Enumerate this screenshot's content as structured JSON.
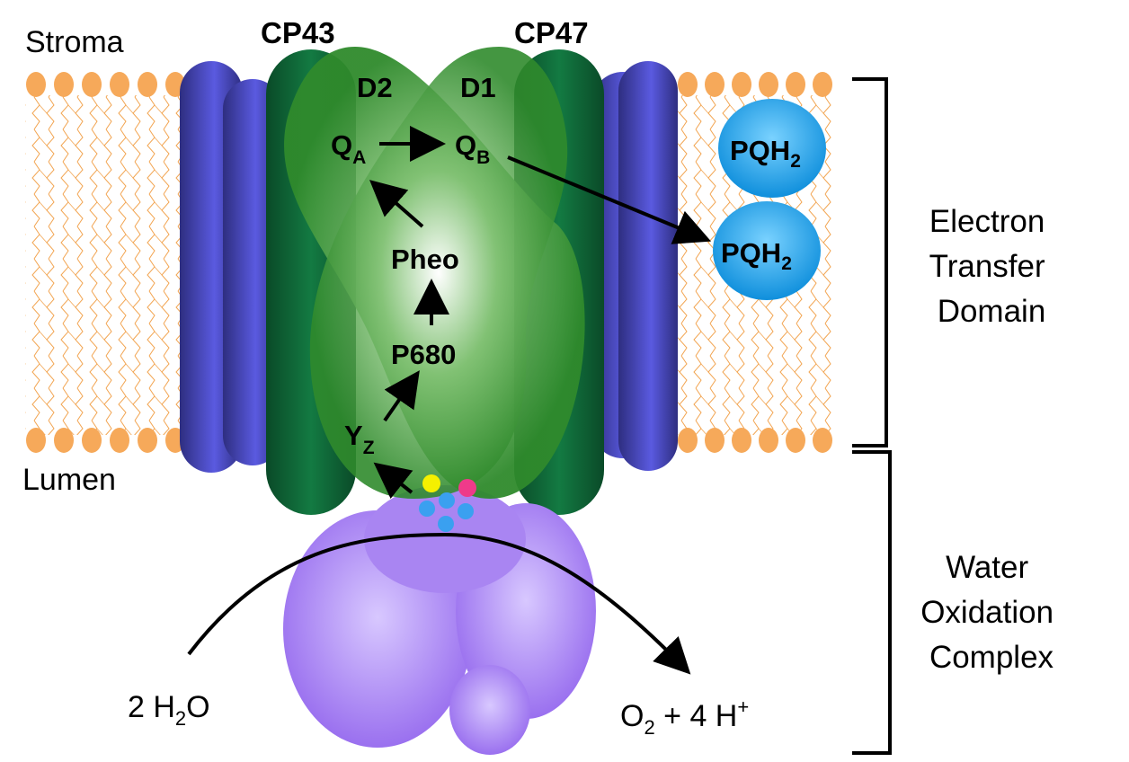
{
  "labels": {
    "stroma": "Stroma",
    "lumen": "Lumen",
    "cp43": "CP43",
    "cp47": "CP47",
    "d2": "D2",
    "d1": "D1",
    "qa_main": "Q",
    "qa_sub": "A",
    "qb_main": "Q",
    "qb_sub": "B",
    "pheo": "Pheo",
    "p680": "P680",
    "yz_main": "Y",
    "yz_sub": "Z",
    "pqh2_top_main": "PQH",
    "pqh2_top_sub": "2",
    "pqh2_bottom_main": "PQH",
    "pqh2_bottom_sub": "2",
    "water_pre": "2 H",
    "water_sub": "2",
    "water_post": "O",
    "product_o": "O",
    "product_o_sub": "2",
    "product_mid": " + 4 H",
    "product_sup": "+"
  },
  "domains": {
    "electron_transfer": [
      "Electron",
      "Transfer",
      "Domain"
    ],
    "water_oxidation": [
      "Water",
      "Oxidation",
      "Complex"
    ]
  },
  "colors": {
    "lipid_head": "#f6a95a",
    "lipid_tail": "#f2a552",
    "antenna_blue_dark": "#35358a",
    "antenna_blue_light": "#5a5ae0",
    "cp_green_dark": "#0b5a32",
    "d_green": "#2f8a2c",
    "d_green_light": "#eef7ea",
    "wox_purple": "#9d76f0",
    "wox_purple_light": "#c6aefa",
    "pqh2_blue": "#1aa0e8",
    "cluster_yellow": "#f5f000",
    "cluster_pink": "#ef3a8a",
    "cluster_blue": "#3aa0f0"
  }
}
